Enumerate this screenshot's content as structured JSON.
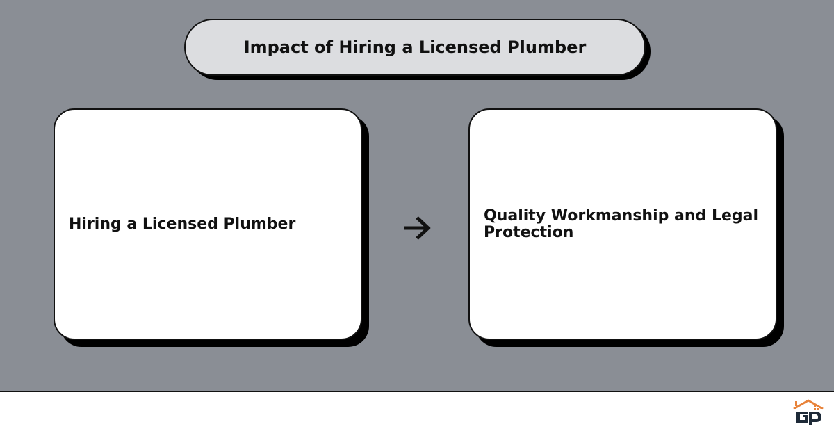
{
  "title": "Impact of Hiring a Licensed Plumber",
  "cards": [
    {
      "label": "Hiring a Licensed Plumber"
    },
    {
      "label": "Quality Workmanship and Legal Protection"
    }
  ],
  "connector": {
    "icon": "arrow-right-icon"
  },
  "logo": {
    "icon": "house-logo-icon"
  },
  "colors": {
    "background": "#8a8e95",
    "title_fill": "#dcdde0",
    "card_fill": "#ffffff",
    "outline": "#111111",
    "shadow": "#000000",
    "logo_orange": "#e8833a",
    "logo_dark": "#1e2a38"
  }
}
